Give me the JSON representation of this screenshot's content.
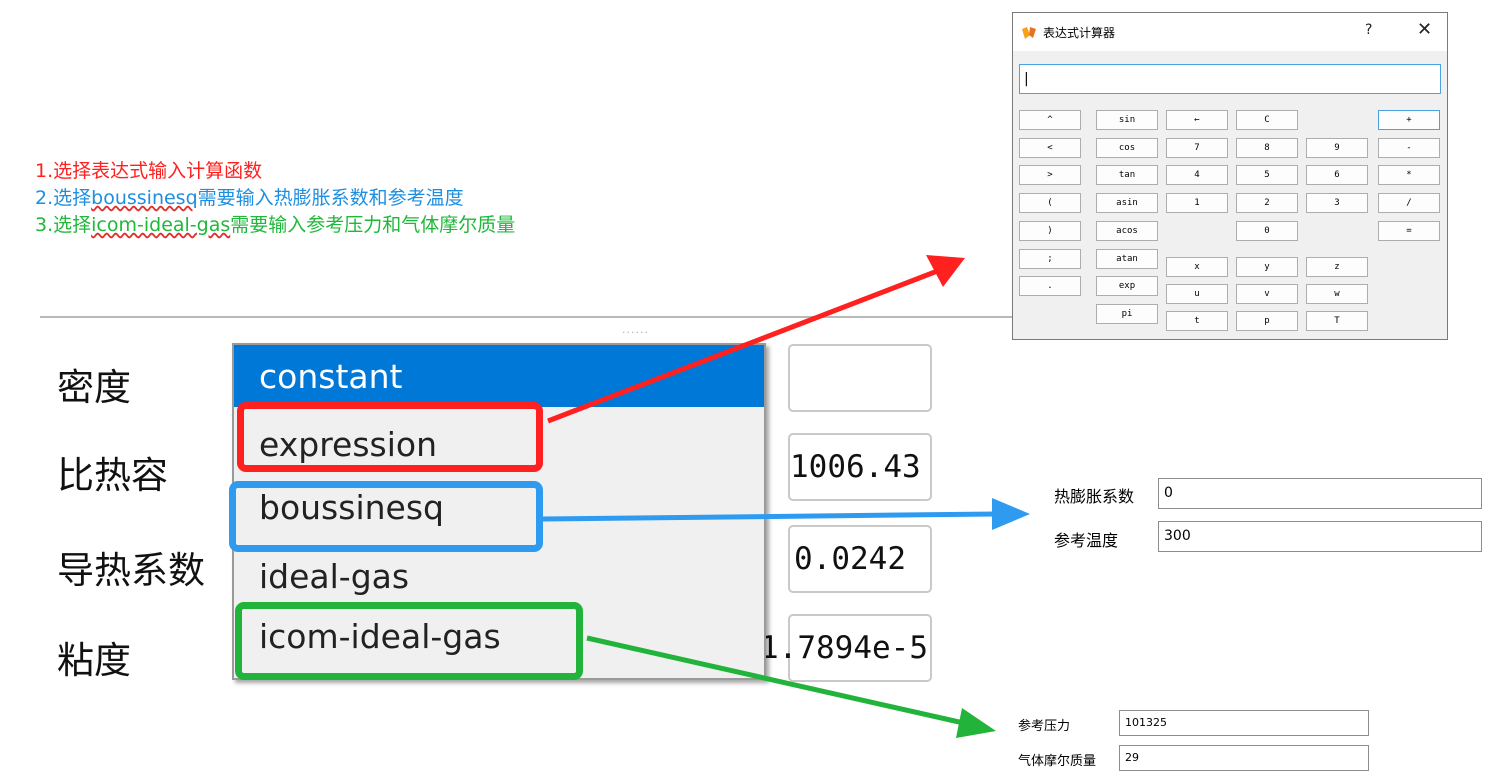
{
  "notes": {
    "line1": "1.选择表达式输入计算函数",
    "line2_prefix": "2.选择",
    "line2_word": "boussinesq",
    "line2_suffix": "需要输入热膨胀系数和参考温度",
    "line3_prefix": "3.选择",
    "line3_word": "icom-ideal-gas",
    "line3_suffix": "需要输入参考压力和气体摩尔质量"
  },
  "colors": {
    "red": "#ff2020",
    "blue": "#1e8fe0",
    "green": "#20b83a",
    "selection": "#0078d7"
  },
  "grip": "......",
  "properties": {
    "density": {
      "label": "密度",
      "value": ""
    },
    "specific_heat": {
      "label": "比热容",
      "value": "1006.43"
    },
    "conductivity": {
      "label": "导热系数",
      "value": "0.0242"
    },
    "viscosity": {
      "label": "粘度",
      "value": "1.7894e-5"
    }
  },
  "dropdown": {
    "options": [
      "constant",
      "expression",
      "boussinesq",
      "ideal-gas",
      "icom-ideal-gas"
    ],
    "selected": "constant"
  },
  "calculator": {
    "title": "表达式计算器",
    "help": "?",
    "close": "✕",
    "input_value": "|",
    "buttons": {
      "caret": "^",
      "sin": "sin",
      "backspace": "←",
      "clear": "C",
      "plus": "+",
      "lt": "<",
      "cos": "cos",
      "d7": "7",
      "d8": "8",
      "d9": "9",
      "minus": "-",
      "gt": ">",
      "tan": "tan",
      "d4": "4",
      "d5": "5",
      "d6": "6",
      "mul": "*",
      "lparen": "(",
      "asin": "asin",
      "d1": "1",
      "d2": "2",
      "d3": "3",
      "div": "/",
      "rparen": ")",
      "acos": "acos",
      "d0": "0",
      "eq": "=",
      "semicolon": ";",
      "atan": "atan",
      "x": "x",
      "y": "y",
      "z": "z",
      "dot": ".",
      "exp": "exp",
      "u": "u",
      "v": "v",
      "w": "w",
      "pi": "pi",
      "t": "t",
      "p": "p",
      "T": "T"
    }
  },
  "boussinesq_panel": {
    "expansion_label": "热膨胀系数",
    "expansion_value": "0",
    "ref_temp_label": "参考温度",
    "ref_temp_value": "300"
  },
  "icom_panel": {
    "ref_pressure_label": "参考压力",
    "ref_pressure_value": "101325",
    "molar_mass_label": "气体摩尔质量",
    "molar_mass_value": "29"
  }
}
